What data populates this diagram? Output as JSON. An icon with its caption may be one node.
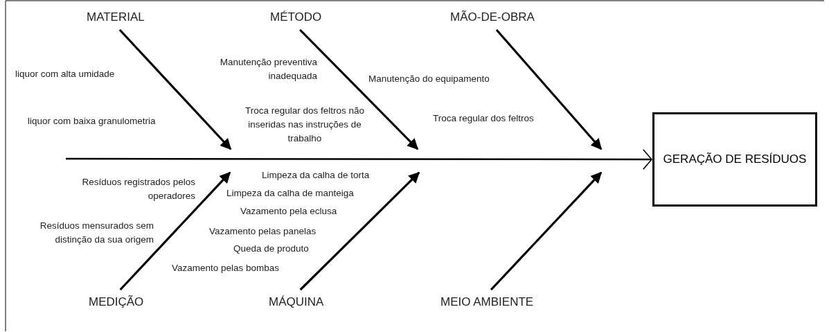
{
  "diagram": {
    "nodes": [
      {
        "text": [
          "MATERIAL"
        ]
      },
      {
        "text": [
          "MÉTODO"
        ]
      },
      {
        "text": [
          "MÃO-DE-OBRA"
        ]
      },
      {
        "text": [
          "GERAÇÃO DE RESÍDUOS"
        ]
      },
      {
        "text": [
          "MEDIÇÃO"
        ]
      },
      {
        "text": [
          "MÁQUINA"
        ]
      },
      {
        "text": [
          "MEIO AMBIENTE"
        ]
      }
    ],
    "edges": [
      {
        "from": 0,
        "to": null,
        "arrow": "to"
      },
      {
        "from": 1,
        "to": null,
        "arrow": "to"
      },
      {
        "from": 2,
        "to": null,
        "arrow": "to"
      },
      {
        "from": null,
        "to": 3,
        "arrow": "to"
      },
      {
        "from": 4,
        "to": null,
        "arrow": "to"
      },
      {
        "from": 5,
        "to": null,
        "arrow": "to"
      },
      {
        "from": 6,
        "to": null,
        "arrow": "to"
      }
    ],
    "labels": [
      "liquor com alta umidade",
      "Manutenção preventiva inadequada",
      "Manutenção do equipamento",
      "liquor com baixa granulometria",
      "Troca regular dos feltros não inseridas nas instruções de trabalho",
      "Troca regular dos feltros",
      "Resíduos registrados pelos operadores",
      "Limpeza da calha de torta",
      "Limpeza da calha de manteiga",
      "Vazamento pela eclusa",
      "Resíduos mensurados sem distinção da sua origem",
      "Vazamento pelas panelas",
      "Queda de produto",
      "Vazamento pelas bombas"
    ]
  }
}
